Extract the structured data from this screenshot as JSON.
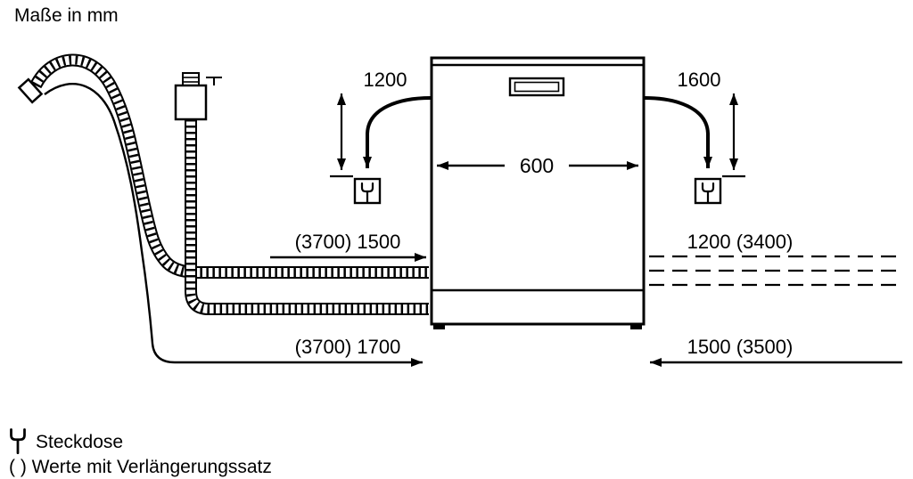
{
  "title": "Maße in mm",
  "appliance": {
    "width_label": "600"
  },
  "dimensions": {
    "socket_left": "1200",
    "socket_right": "1600",
    "hose_left_mid": "(3700) 1500",
    "hose_right_mid": "1200 (3400)",
    "cord_left_bottom": "(3700) 1700",
    "hose_right_bottom": "1500 (3500)"
  },
  "legend": {
    "socket_label": "Steckdose",
    "note": "( ) Werte mit Verlängerungssatz"
  },
  "colors": {
    "line": "#000000",
    "background": "#ffffff"
  }
}
